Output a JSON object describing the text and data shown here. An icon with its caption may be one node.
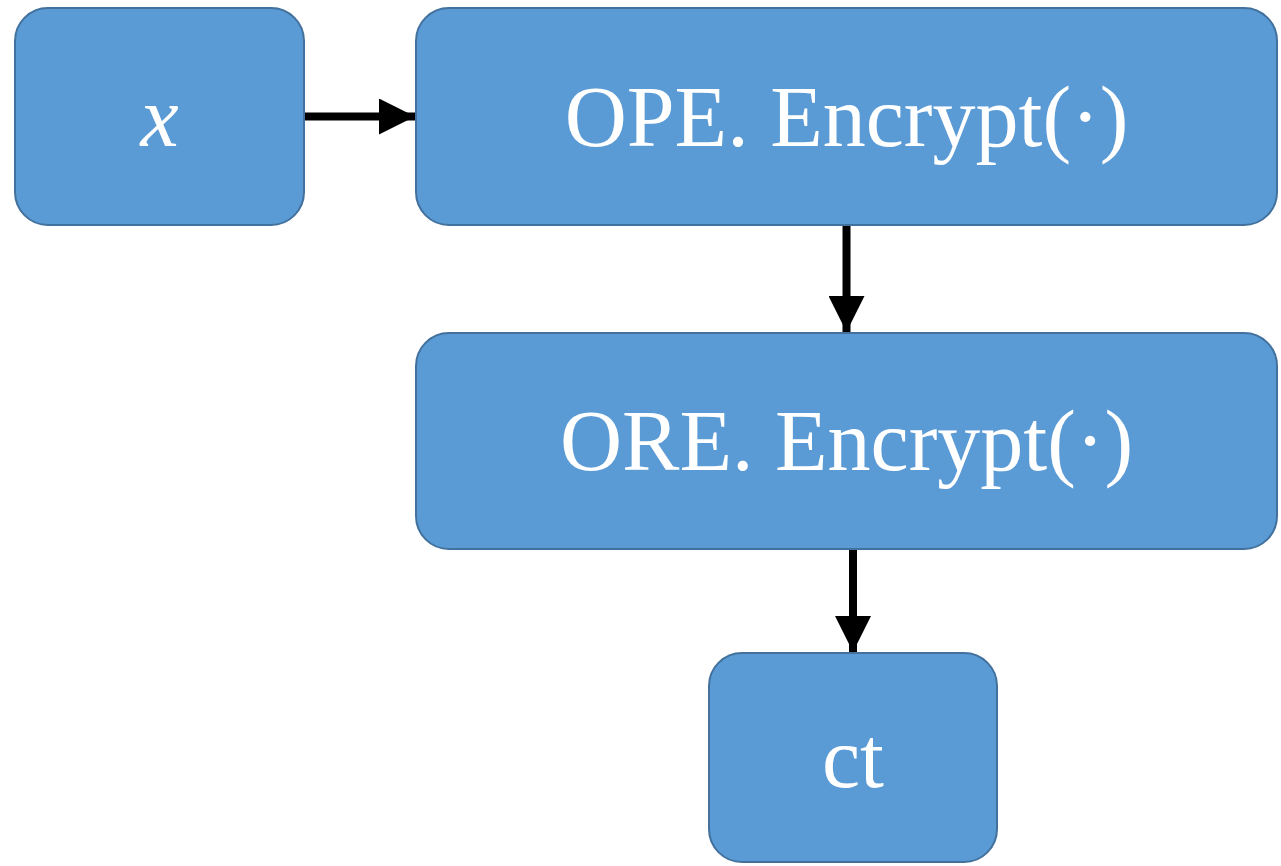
{
  "diagram": {
    "nodes": [
      {
        "text": [
          "x"
        ]
      },
      {
        "text": [
          "OPE. Encrypt(·)"
        ]
      },
      {
        "text": [
          "ORE. Encrypt(·)"
        ]
      },
      {
        "text": [
          "ct"
        ]
      }
    ],
    "edges": [
      {
        "from": 0,
        "to": 1,
        "arrow": "to"
      },
      {
        "from": 1,
        "to": 2,
        "arrow": "to"
      },
      {
        "from": 2,
        "to": 3,
        "arrow": "to"
      }
    ]
  }
}
